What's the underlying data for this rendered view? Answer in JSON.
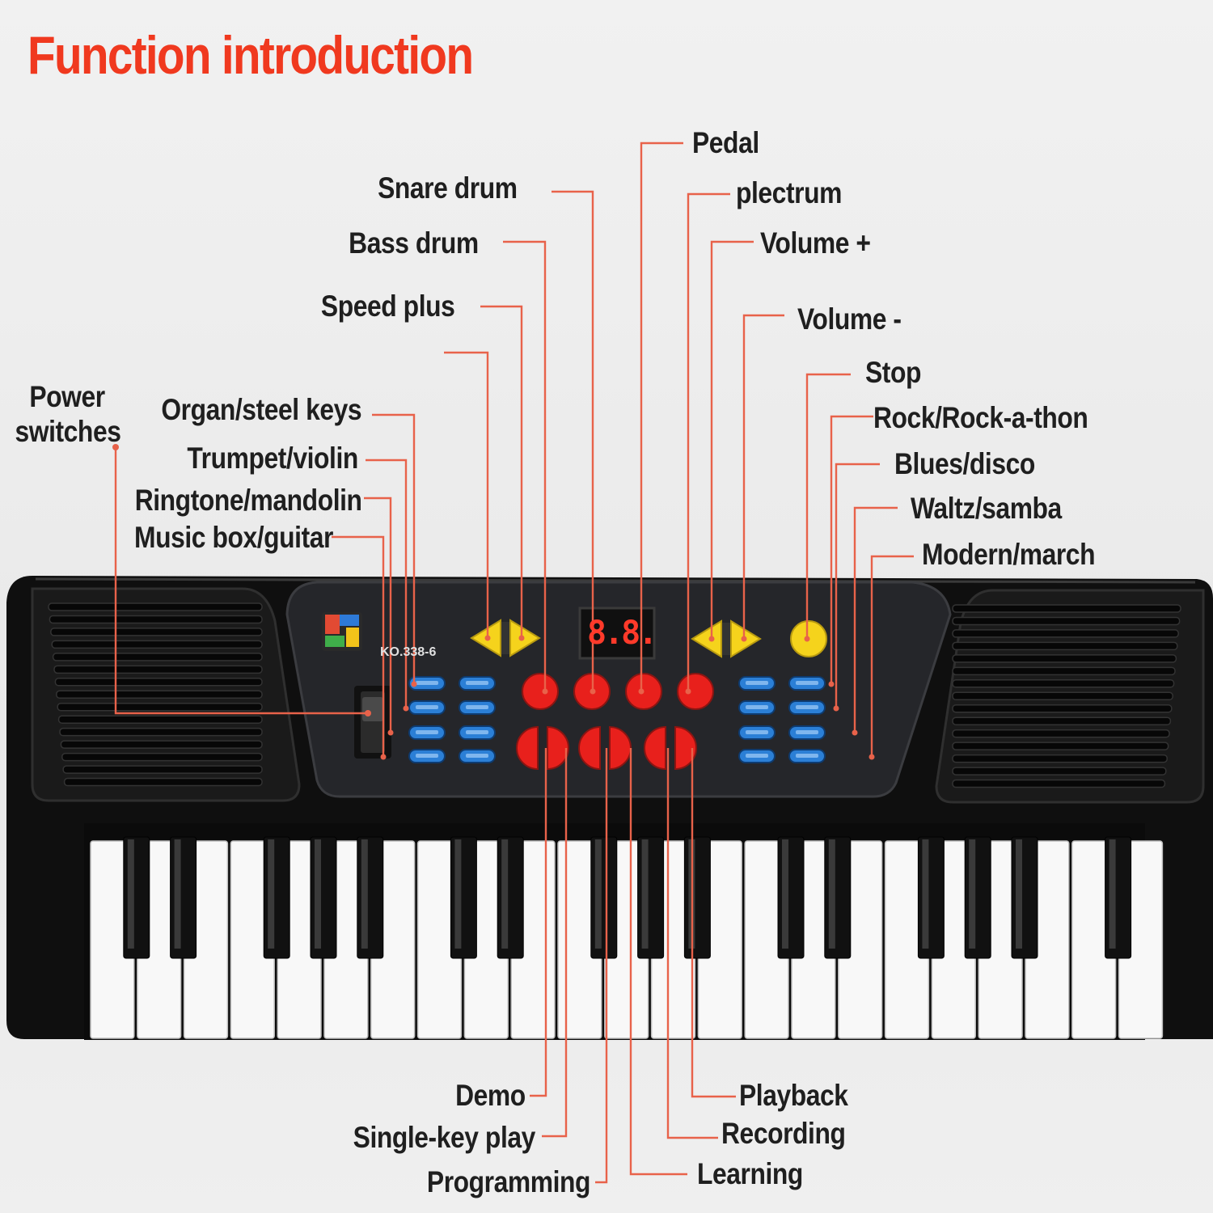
{
  "title": "Function introduction",
  "display_text": "8.8.",
  "model_text": "KO.338-6",
  "colors": {
    "accent_red": "#f0391f",
    "leader_line": "#e8624a",
    "label_text": "#1f1f1f",
    "keyboard_body": "#0f0f0f",
    "panel": "#1e1f22",
    "button_red": "#e8201c",
    "button_yellow": "#f5d31c",
    "button_blue": "#2b7fd6"
  },
  "labels": {
    "power_switches": "Power switches",
    "organ_steel_keys": "Organ/steel keys",
    "trumpet_violin": "Trumpet/violin",
    "ringtone_mandolin": "Ringtone/mandolin",
    "music_box_guitar": "Music box/guitar",
    "speed_plus": "Speed plus",
    "bass_drum": "Bass drum",
    "snare_drum": "Snare drum",
    "pedal": "Pedal",
    "plectrum": "plectrum",
    "volume_plus": "Volume +",
    "volume_minus": "Volume -",
    "stop": "Stop",
    "rock": "Rock/Rock-a-thon",
    "blues_disco": "Blues/disco",
    "waltz_samba": "Waltz/samba",
    "modern_march": "Modern/march",
    "demo": "Demo",
    "single_key_play": "Single-key play",
    "programming": "Programming",
    "playback": "Playback",
    "recording": "Recording",
    "learning": "Learning"
  }
}
